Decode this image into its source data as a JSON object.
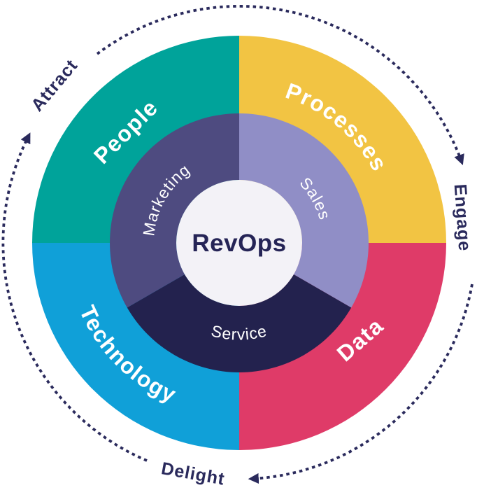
{
  "diagram": {
    "title": "RevOps flywheel diagram",
    "center": {
      "label": "RevOps",
      "bg_color": "#F3F2F7",
      "text_color": "#252456"
    },
    "outer_quadrants": [
      {
        "label": "People",
        "position": "top-left",
        "color": "#00A39A"
      },
      {
        "label": "Processes",
        "position": "top-right",
        "color": "#F2C443"
      },
      {
        "label": "Data",
        "position": "bottom-right",
        "color": "#DF3B68"
      },
      {
        "label": "Technology",
        "position": "bottom-left",
        "color": "#10A0D8"
      }
    ],
    "inner_segments": [
      {
        "label": "Marketing",
        "position": "upper-left",
        "color": "#4E4B80"
      },
      {
        "label": "Sales",
        "position": "upper-right",
        "color": "#908EC6"
      },
      {
        "label": "Service",
        "position": "bottom",
        "color": "#23224E"
      }
    ],
    "flywheel_stages": [
      {
        "label": "Attract",
        "position": "top-left"
      },
      {
        "label": "Engage",
        "position": "right"
      },
      {
        "label": "Delight",
        "position": "bottom"
      }
    ],
    "stage_text_color": "#2A2A5C",
    "flow_direction": "clockwise"
  }
}
